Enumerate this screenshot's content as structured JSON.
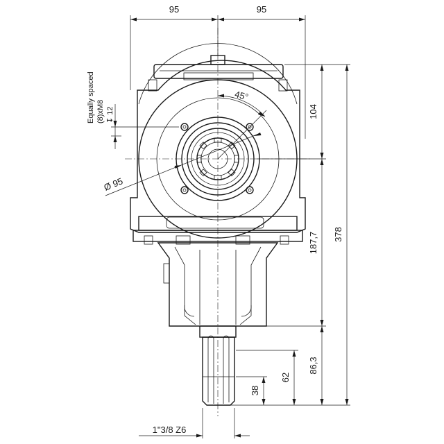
{
  "dimensions": {
    "top_left_width": "95",
    "top_right_width": "95",
    "upper_height": "104",
    "mid_height": "187,7",
    "total_height": "378",
    "shaft_height_a": "86,3",
    "shaft_height_b": "62",
    "shaft_height_c": "38",
    "bolt_circle_diameter": "Ø 95",
    "bolt_angle": "45°",
    "spline_spec": "1\"3/8 Z6"
  },
  "notes": {
    "line1": "Equally spaced",
    "line2": "(8)xM8",
    "line3": "↧ 12"
  }
}
